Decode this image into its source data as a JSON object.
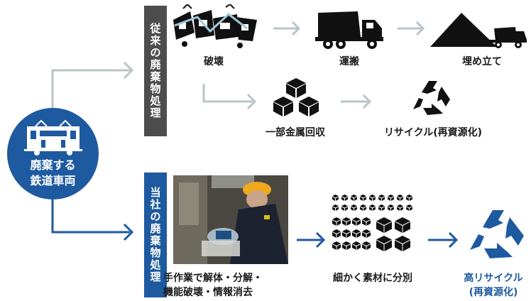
{
  "start": {
    "label_line1": "廃棄する",
    "label_line2": "鉄道車両"
  },
  "conventional": {
    "title_chars": [
      "従",
      "来",
      "の",
      "廃",
      "棄",
      "物",
      "処",
      "理"
    ],
    "steps": {
      "destroy": "破壊",
      "transport": "運搬",
      "landfill": "埋め立て"
    },
    "recover": "一部金属回収",
    "recycle": "リサイクル(再資源化)"
  },
  "company": {
    "title_chars": [
      "当",
      "社",
      "の",
      "廃",
      "棄",
      "物",
      "処",
      "理"
    ],
    "step1_line1": "手作業で解体・分解・",
    "step1_line2": "機能破壊・情報消去",
    "step2": "細かく素材に分別",
    "step3_line1": "高リサイクル",
    "step3_line2": "(再資源化)"
  },
  "colors": {
    "blue": "#1e5aa0",
    "gray_bar": "#4d4d4d",
    "arrow_gray": "#b9c4c8",
    "icon": "#111111"
  }
}
